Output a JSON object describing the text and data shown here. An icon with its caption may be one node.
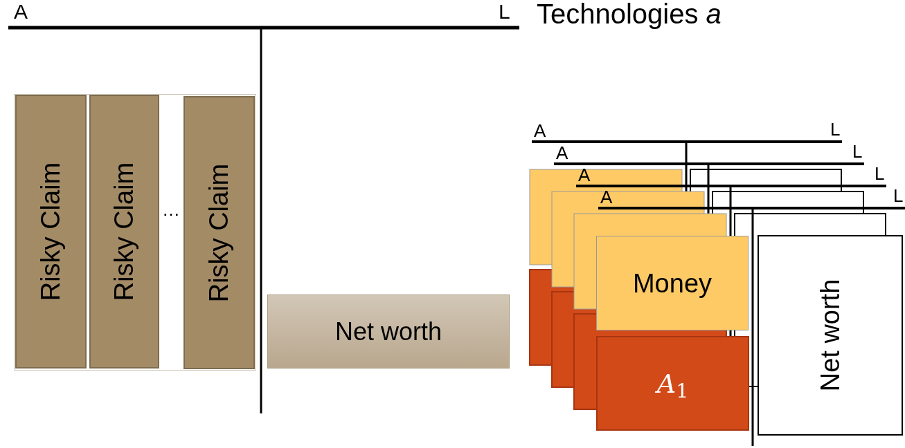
{
  "diagram": {
    "nodes": [
      {
        "text": [
          "Risky Claim"
        ]
      },
      {
        "text": [
          "Risky Claim"
        ]
      },
      {
        "text": [
          "Risky Claim"
        ]
      },
      {
        "text": [
          "Net worth"
        ]
      },
      {
        "text": [
          "Money"
        ]
      },
      {
        "text": [
          "*A*$_{1}$"
        ]
      },
      {
        "text": [
          "Net worth"
        ]
      }
    ],
    "edges": [],
    "labels": [
      "A",
      "L",
      "Technologies *a*",
      "…",
      "A",
      "L",
      "A",
      "L",
      "A",
      "L",
      "A",
      "L"
    ]
  }
}
